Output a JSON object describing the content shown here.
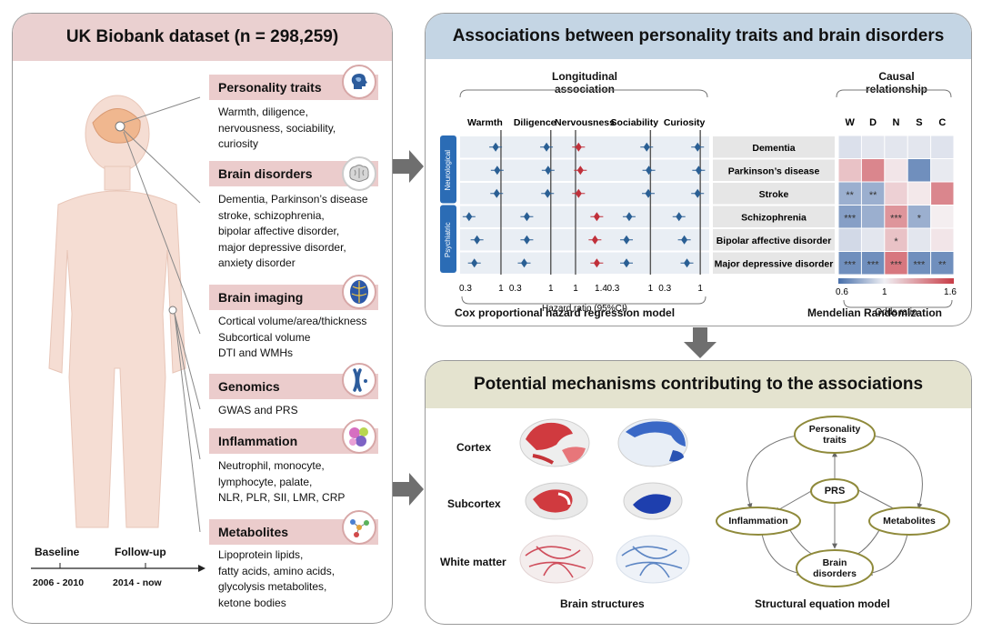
{
  "left_panel": {
    "title": "UK Biobank dataset (n = 298,259)",
    "sections": [
      {
        "title": "Personality traits",
        "body": "Warmth, diligence,\nnervousness, sociability,\ncuriosity",
        "icon": "head-profile-icon"
      },
      {
        "title": "Brain disorders",
        "body": "Dementia, Parkinson’s disease\nstroke, schizophrenia,\nbipolar affective disorder,\nmajor depressive disorder,\nanxiety disorder",
        "icon": "brain-icon"
      },
      {
        "title": "Brain imaging",
        "body": "Cortical volume/area/thickness\nSubcortical volume\nDTI and WMHs",
        "icon": "brain-scan-icon"
      },
      {
        "title": "Genomics",
        "body": "GWAS and PRS",
        "icon": "chromosome-icon"
      },
      {
        "title": "Inflammation",
        "body": "Neutrophil, monocyte,\nlymphocyte, palate,\nNLR, PLR, SII, LMR, CRP",
        "icon": "cells-icon"
      },
      {
        "title": "Metabolites",
        "body": "Lipoprotein lipids,\nfatty acids, amino acids,\nglycolysis metabolites,\nketone bodies",
        "icon": "molecule-icon"
      }
    ],
    "timeline": {
      "start_label": "Baseline",
      "start_years": "2006 - 2010",
      "end_label": "Follow-up",
      "end_years": "2014 - now"
    }
  },
  "top_panel": {
    "title": "Associations between personality traits and brain disorders",
    "long_header": "Longitudinal\nassociation",
    "causal_header": "Causal\nrelationship",
    "traits": [
      "Warmth",
      "Diligence",
      "Nervousness",
      "Sociability",
      "Curiosity"
    ],
    "mr_cols": [
      "W",
      "D",
      "N",
      "S",
      "C"
    ],
    "groups": [
      "Neurological",
      "Psychiatric"
    ],
    "disorders": [
      "Dementia",
      "Parkinson’s disease",
      "Stroke",
      "Schizophrenia",
      "Bipolar affective disorder",
      "Major depressive disorder"
    ],
    "axis_ticks": [
      "0.3",
      "1",
      "0.3",
      "1",
      "1",
      "1.4",
      "0.3",
      "1",
      "0.3",
      "1"
    ],
    "hr_label": "Hazard ratio (95%CI)",
    "or_ticks": [
      "0.6",
      "1",
      "1.6"
    ],
    "or_label": "Odds ratio",
    "left_caption": "Cox proportional hazard regression model",
    "right_caption": "Mendelian Randomization",
    "colors": {
      "blue": "#2a5f94",
      "red": "#c0303a"
    },
    "chart_data": {
      "type": "heatmap",
      "rows": [
        "Dementia",
        "Parkinson’s disease",
        "Stroke",
        "Schizophrenia",
        "Bipolar affective disorder",
        "Major depressive disorder"
      ],
      "cols": [
        "W",
        "D",
        "N",
        "S",
        "C"
      ],
      "values": [
        [
          0.95,
          0.97,
          0.97,
          0.97,
          0.96
        ],
        [
          1.15,
          1.35,
          1.03,
          0.7,
          0.98
        ],
        [
          0.8,
          0.8,
          1.1,
          1.02,
          1.35
        ],
        [
          0.75,
          0.8,
          1.3,
          0.8,
          1.0
        ],
        [
          0.93,
          0.97,
          1.15,
          0.97,
          1.03
        ],
        [
          0.7,
          0.7,
          1.4,
          0.7,
          0.7
        ]
      ],
      "stars": [
        [
          "",
          "",
          "",
          "",
          ""
        ],
        [
          "",
          "",
          "",
          "",
          ""
        ],
        [
          "**",
          "**",
          "",
          "",
          ""
        ],
        [
          "***",
          "",
          "***",
          "*",
          ""
        ],
        [
          "",
          "",
          "*",
          "",
          ""
        ],
        [
          "***",
          "***",
          "***",
          "***",
          "**"
        ]
      ],
      "range": [
        0.6,
        1.6
      ]
    },
    "forest_data": {
      "type": "scatter",
      "hr": [
        [
          0.9,
          0.92,
          1.05,
          0.93,
          0.95
        ],
        [
          0.93,
          0.95,
          1.08,
          0.97,
          0.97
        ],
        [
          0.92,
          0.94,
          1.05,
          0.96,
          0.95
        ],
        [
          0.4,
          0.55,
          1.35,
          0.6,
          0.6
        ],
        [
          0.55,
          0.55,
          1.32,
          0.55,
          0.7
        ],
        [
          0.5,
          0.5,
          1.35,
          0.55,
          0.75
        ]
      ],
      "signs": [
        [
          "b",
          "b",
          "r",
          "b",
          "b"
        ],
        [
          "b",
          "b",
          "r",
          "b",
          "b"
        ],
        [
          "b",
          "b",
          "r",
          "b",
          "b"
        ],
        [
          "b",
          "b",
          "r",
          "b",
          "b"
        ],
        [
          "b",
          "b",
          "r",
          "b",
          "b"
        ],
        [
          "b",
          "b",
          "r",
          "b",
          "b"
        ]
      ]
    }
  },
  "bottom_panel": {
    "title": "Potential mechanisms contributing to the associations",
    "row_labels": [
      "Cortex",
      "Subcortex",
      "White matter"
    ],
    "brain_caption": "Brain structures",
    "sem_caption": "Structural equation model",
    "sem_nodes": {
      "personality": "Personality\ntraits",
      "prs": "PRS",
      "inflammation": "Inflammation",
      "metabolites": "Metabolites",
      "brain": "Brain\ndisorders"
    }
  }
}
